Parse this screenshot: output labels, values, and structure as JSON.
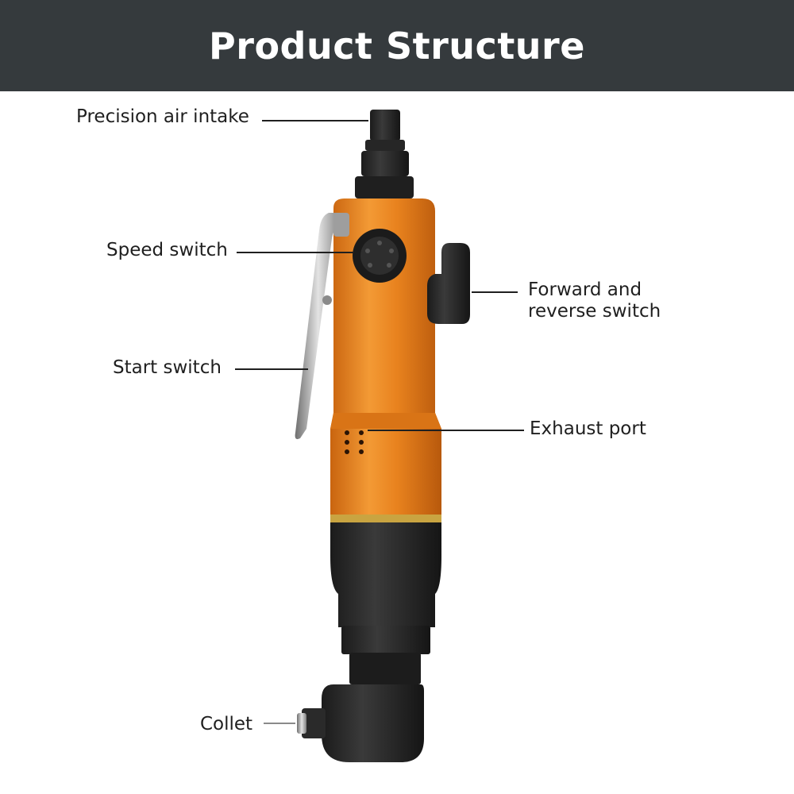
{
  "header": {
    "title": "Product Structure"
  },
  "callouts": {
    "air_intake": "Precision air intake",
    "speed_switch": "Speed switch",
    "forward_reverse_line1": "Forward and",
    "forward_reverse_line2": "reverse switch",
    "start_switch": "Start switch",
    "exhaust_port": "Exhaust port",
    "collet": "Collet"
  },
  "colors": {
    "banner": "#353a3d",
    "body_orange": "#e8821e",
    "dark_metal": "#2b2b2b",
    "brass_ring": "#c9a441"
  }
}
